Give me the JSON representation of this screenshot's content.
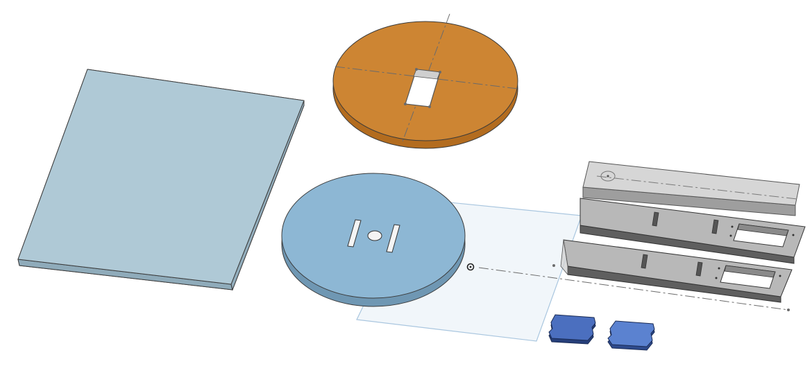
{
  "viewport": {
    "background": "#ffffff",
    "parts": [
      {
        "name": "rectangular-plate",
        "color": "#afc9d6",
        "edge_color": "#8aa5b3"
      },
      {
        "name": "orange-disc",
        "color": "#cd8533",
        "edge_color": "#b36c1f"
      },
      {
        "name": "blue-disc",
        "color": "#8db7d4",
        "edge_color": "#6f97b3"
      },
      {
        "name": "top-rail-bar",
        "color": "#d6d6d6",
        "edge_color": "#9a9a9a"
      },
      {
        "name": "middle-rail-channel",
        "color": "#bdbdbd",
        "edge_color": "#6b6b6b"
      },
      {
        "name": "lower-rail-channel",
        "color": "#bdbdbd",
        "edge_color": "#6b6b6b"
      },
      {
        "name": "blue-connector-left",
        "color": "#4b6fbf",
        "edge_color": "#263f7a"
      },
      {
        "name": "blue-connector-right",
        "color": "#5b82d0",
        "edge_color": "#2e4a8c"
      }
    ],
    "plane": {
      "fill": "#eef4f9",
      "stroke": "#a9c6df"
    },
    "origin_icon": "origin-point-icon"
  }
}
